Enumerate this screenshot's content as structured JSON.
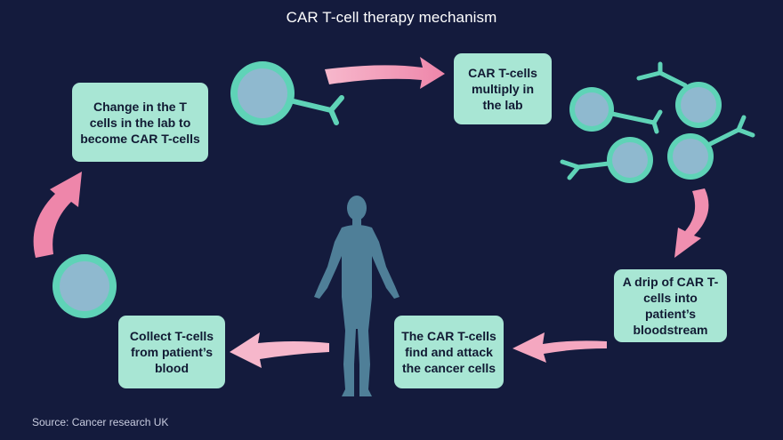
{
  "title": "CAR T-cell therapy mechanism",
  "source": "Source: Cancer research UK",
  "steps": [
    {
      "id": "change",
      "label": "Change in the T\ncells in the lab to\nbecome CAR T-cells"
    },
    {
      "id": "multiply",
      "label": "CAR T-cells\nmultiply in\nthe lab"
    },
    {
      "id": "drip",
      "label": "A drip of CAR T-\ncells into\npatient’s\nbloodstream"
    },
    {
      "id": "attack",
      "label": "The CAR T-cells\nfind and attack\nthe cancer cells"
    },
    {
      "id": "collect",
      "label": "Collect T-cells\nfrom patient’s\nblood"
    }
  ],
  "colors": {
    "background": "#141b3d",
    "box": "#a8e6d4",
    "arrow": "#f08fb0",
    "arrow_light": "#f7b8cc",
    "cell_ring": "#5fd3b7",
    "cell_core": "#8fb9cf",
    "body": "#4f7f98"
  },
  "icons": [
    "t-cell-icon",
    "car-t-cell-icon",
    "human-body-icon",
    "arrow-icon"
  ]
}
